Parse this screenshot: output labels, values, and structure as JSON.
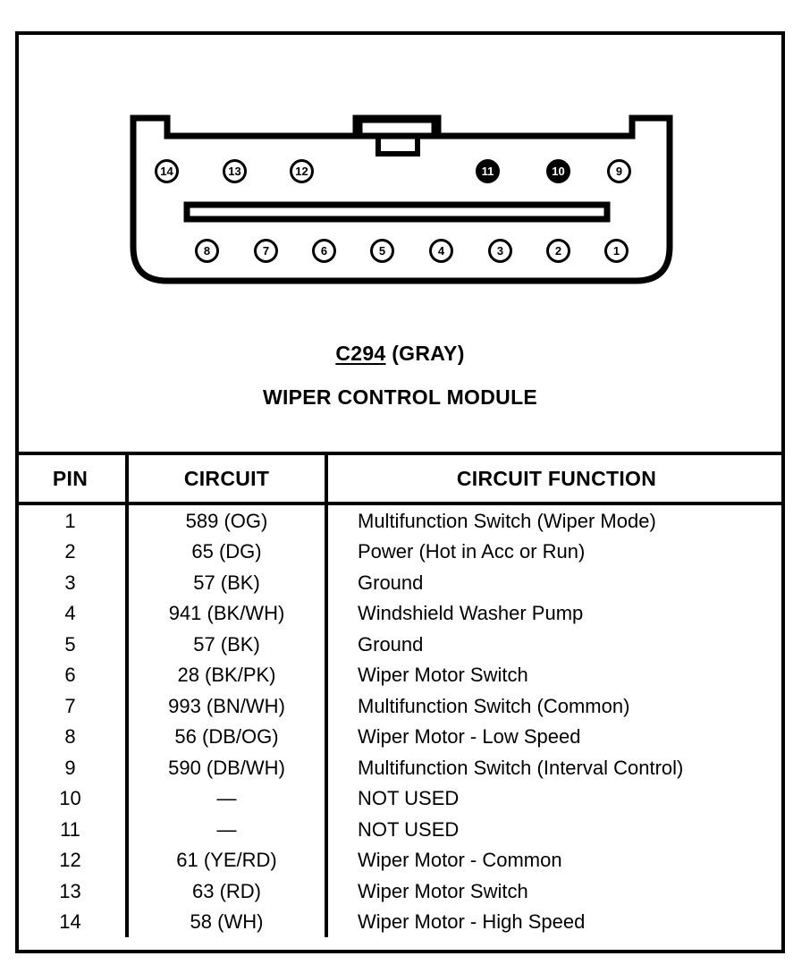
{
  "figure": {
    "title": "wiper-control-module-connector",
    "connector_code": "C294",
    "connector_color": "(GRAY)",
    "connector_name": "WIPER CONTROL MODULE",
    "pins_top": [
      {
        "number": "14",
        "filled": false
      },
      {
        "number": "13",
        "filled": false
      },
      {
        "number": "12",
        "filled": false
      },
      {
        "number": "11",
        "filled": true
      },
      {
        "number": "10",
        "filled": true
      },
      {
        "number": "9",
        "filled": false
      }
    ],
    "pins_bottom": [
      {
        "number": "8",
        "filled": false
      },
      {
        "number": "7",
        "filled": false
      },
      {
        "number": "6",
        "filled": false
      },
      {
        "number": "5",
        "filled": false
      },
      {
        "number": "4",
        "filled": false
      },
      {
        "number": "3",
        "filled": false
      },
      {
        "number": "2",
        "filled": false
      },
      {
        "number": "1",
        "filled": false
      }
    ]
  },
  "table": {
    "headers": [
      "PIN",
      "CIRCUIT",
      "CIRCUIT FUNCTION"
    ],
    "rows": [
      {
        "pin": "1",
        "circuit": "589 (OG)",
        "function": "Multifunction Switch (Wiper Mode)"
      },
      {
        "pin": "2",
        "circuit": "65 (DG)",
        "function": "Power (Hot in Acc or Run)"
      },
      {
        "pin": "3",
        "circuit": "57 (BK)",
        "function": "Ground"
      },
      {
        "pin": "4",
        "circuit": "941 (BK/WH)",
        "function": "Windshield Washer Pump"
      },
      {
        "pin": "5",
        "circuit": "57 (BK)",
        "function": "Ground"
      },
      {
        "pin": "6",
        "circuit": "28 (BK/PK)",
        "function": "Wiper Motor Switch"
      },
      {
        "pin": "7",
        "circuit": "993 (BN/WH)",
        "function": "Multifunction Switch (Common)"
      },
      {
        "pin": "8",
        "circuit": "56 (DB/OG)",
        "function": "Wiper Motor - Low Speed"
      },
      {
        "pin": "9",
        "circuit": "590 (DB/WH)",
        "function": "Multifunction Switch (Interval Control)"
      },
      {
        "pin": "10",
        "circuit": "—",
        "function": "NOT USED"
      },
      {
        "pin": "11",
        "circuit": "—",
        "function": "NOT USED"
      },
      {
        "pin": "12",
        "circuit": "61 (YE/RD)",
        "function": "Wiper Motor - Common"
      },
      {
        "pin": "13",
        "circuit": "63 (RD)",
        "function": "Wiper Motor Switch"
      },
      {
        "pin": "14",
        "circuit": "58 (WH)",
        "function": "Wiper Motor - High Speed"
      }
    ]
  },
  "colors": {
    "ink": "#000000",
    "paper": "#ffffff"
  }
}
